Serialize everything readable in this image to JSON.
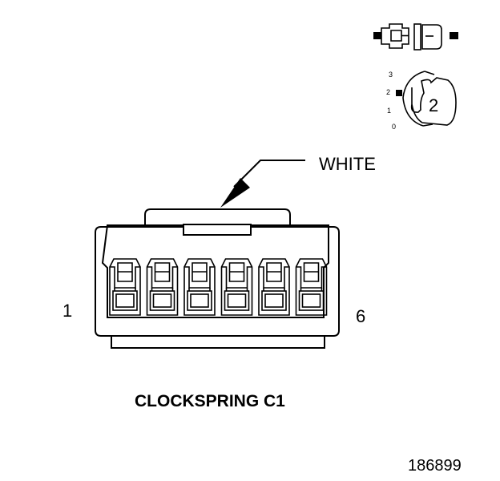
{
  "connector": {
    "name": "CLOCKSPRING C1",
    "color_label": "WHITE",
    "pin_first_label": "1",
    "pin_last_label": "6",
    "pin_count": 6
  },
  "view_indicator": {
    "number": "2",
    "scale_labels": [
      "3",
      "2",
      "1",
      "0"
    ]
  },
  "figure_number": "186899"
}
